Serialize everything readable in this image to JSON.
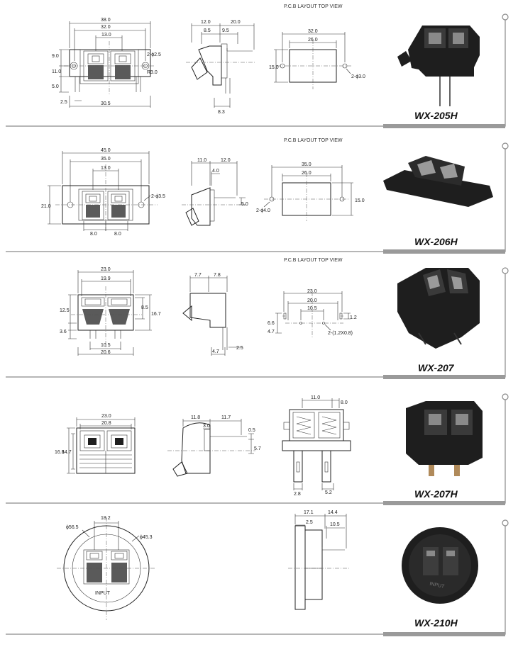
{
  "sections": [
    {
      "model": "WX-205H",
      "pcb_header": "P.C.B LAYOUT    TOP VIEW",
      "front_dims": [
        "38.0",
        "32.0",
        "13.0",
        "9.0",
        "11.0",
        "5.0",
        "2.5",
        "30.5",
        "2-ϕ2.5",
        "R3.0"
      ],
      "side_dims": [
        "12.0",
        "20.0",
        "8.5",
        "9.5",
        "8.3"
      ],
      "pcb_dims": [
        "32.0",
        "26.0",
        "15.0",
        "2-ϕ3.0"
      ]
    },
    {
      "model": "WX-206H",
      "pcb_header": "P.C.B LAYOUT    TOP VIEW",
      "front_dims": [
        "45.0",
        "35.0",
        "13.0",
        "21.0",
        "2-ϕ3.5",
        "8.0",
        "8.0"
      ],
      "side_dims": [
        "11.0",
        "12.0",
        "4.0",
        "5.0"
      ],
      "pcb_dims": [
        "35.0",
        "26.0",
        "15.0",
        "2-ϕ4.0"
      ]
    },
    {
      "model": "WX-207",
      "pcb_header": "P.C.B LAYOUT    TOP VIEW",
      "front_dims": [
        "23.0",
        "19.9",
        "12.5",
        "8.5",
        "16.7",
        "3.6",
        "10.5",
        "20.6"
      ],
      "side_dims": [
        "7.7",
        "7.8",
        "4.7",
        "2.5"
      ],
      "pcb_dims": [
        "23.0",
        "20.0",
        "10.5",
        "6.6",
        "4.7",
        "1.2",
        "2-(1.2X0.8)"
      ]
    },
    {
      "model": "WX-207H",
      "front_dims": [
        "23.0",
        "20.8",
        "16.8",
        "14.7"
      ],
      "side_dims": [
        "11.8",
        "11.7",
        "3.0",
        "0.5",
        "5.7"
      ],
      "pcb_dims": [
        "11.0",
        "8.0",
        "2.8",
        "5.2"
      ]
    },
    {
      "model": "WX-210H",
      "input_label": "INPUT",
      "photo_label": "INPUT",
      "front_dims": [
        "ϕ56.5",
        "18.2",
        "ϕ45.3"
      ],
      "side_dims": [
        "17.1",
        "14.4",
        "2.5",
        "10.5"
      ]
    }
  ]
}
